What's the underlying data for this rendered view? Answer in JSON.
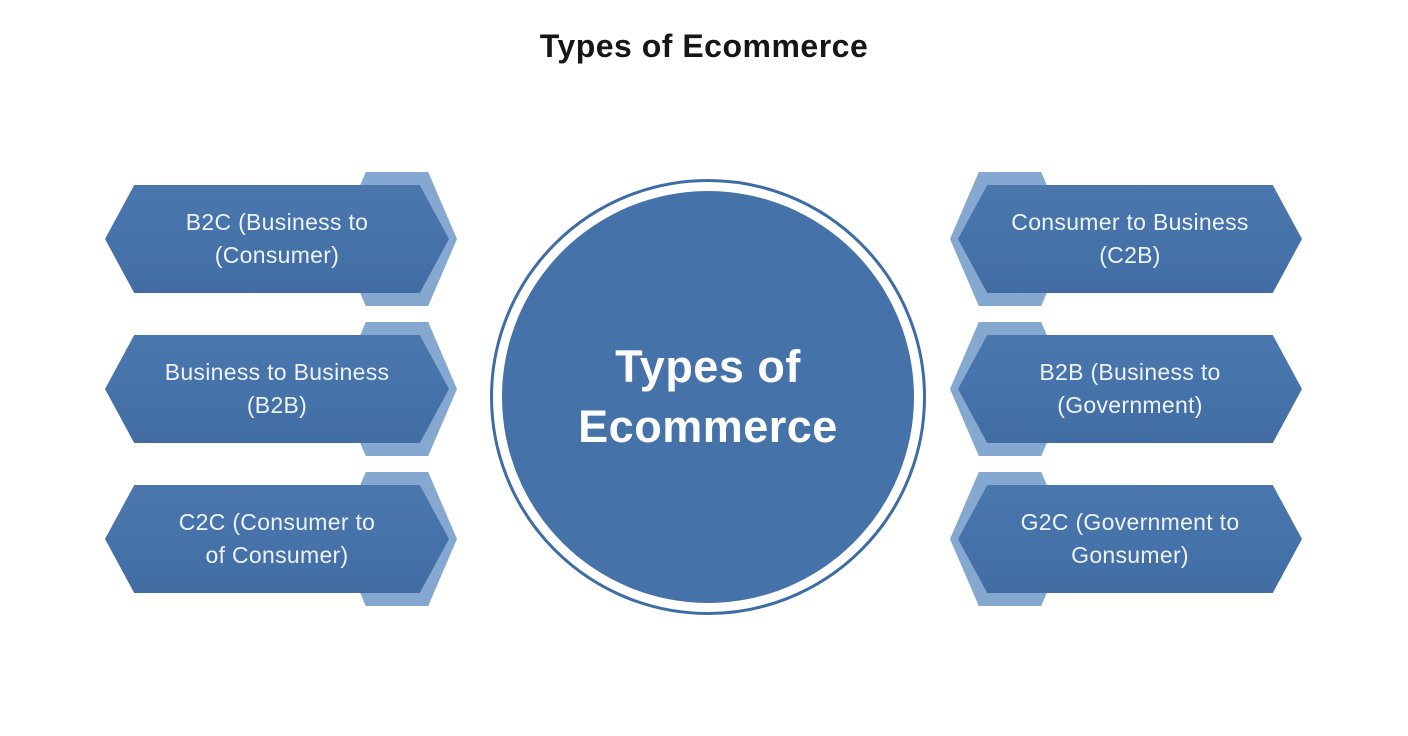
{
  "title": "Types of Ecommerce",
  "center": {
    "line1": "Types of",
    "line2": "Ecommerce"
  },
  "left_items": [
    {
      "id": "b2c",
      "line1": "B2C (Business to",
      "line2": "(Consumer)"
    },
    {
      "id": "b2b",
      "line1": "Business to Business",
      "line2": "(B2B)"
    },
    {
      "id": "c2c",
      "line1": "C2C (Consumer to",
      "line2": "of Consumer)"
    }
  ],
  "right_items": [
    {
      "id": "c2b",
      "line1": "Consumer to Business",
      "line2": "(C2B)"
    },
    {
      "id": "b2g",
      "line1": "B2B (Business to",
      "line2": "(Government)"
    },
    {
      "id": "g2c",
      "line1": "G2C (Government to",
      "line2": "Gonsumer)"
    }
  ],
  "colors": {
    "page-bg": "#ffffff",
    "title-color": "#161616",
    "hex-fill": "#4572a9",
    "hex-fill-light": "#4a77ad",
    "hex-fill-dark": "#416da3",
    "hex-shadow": "#84a8d0",
    "hex-text": "#eef3fa",
    "ring-color": "#3e6ca6"
  }
}
